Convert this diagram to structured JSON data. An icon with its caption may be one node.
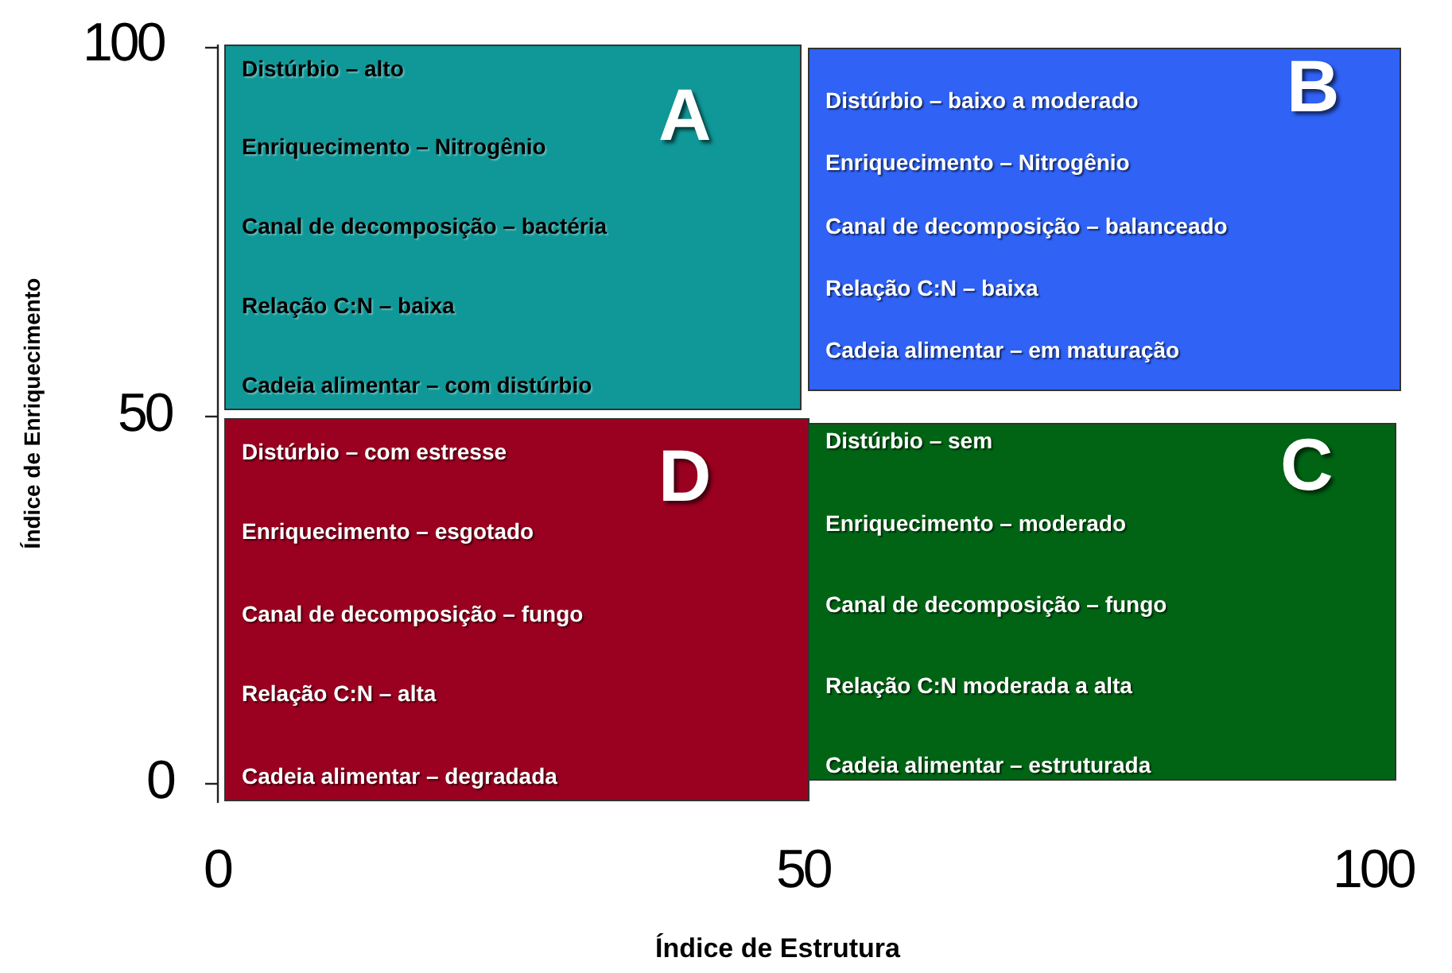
{
  "diagram": {
    "nodes": [
      {
        "text": [
          "A",
          "Distúrbio – alto",
          "Enriquecimento – Nitrogênio",
          "Canal de decomposição – bactéria",
          "Relação C:N – baixa",
          "Cadeia alimentar – com distúrbio"
        ]
      },
      {
        "text": [
          "B",
          "Distúrbio – baixo a moderado",
          "Enriquecimento – Nitrogênio",
          "Canal de decomposição – balanceado",
          "Relação C:N – baixa",
          "Cadeia alimentar – em maturação"
        ]
      },
      {
        "text": [
          "D",
          "Distúrbio – com estresse",
          "Enriquecimento – esgotado",
          "Canal de decomposição – fungo",
          "Relação C:N – alta",
          "Cadeia alimentar – degradada"
        ]
      },
      {
        "text": [
          "C",
          "Distúrbio – sem",
          "Enriquecimento – moderado",
          "Canal de decomposição – fungo",
          "Relação C:N moderada a alta",
          "Cadeia alimentar – estruturada"
        ]
      }
    ],
    "edges": [],
    "labels": [
      "100",
      "Índice de Enriquecimento",
      "50",
      "0",
      "0",
      "50",
      "100",
      "Índice de Estrutura"
    ]
  }
}
